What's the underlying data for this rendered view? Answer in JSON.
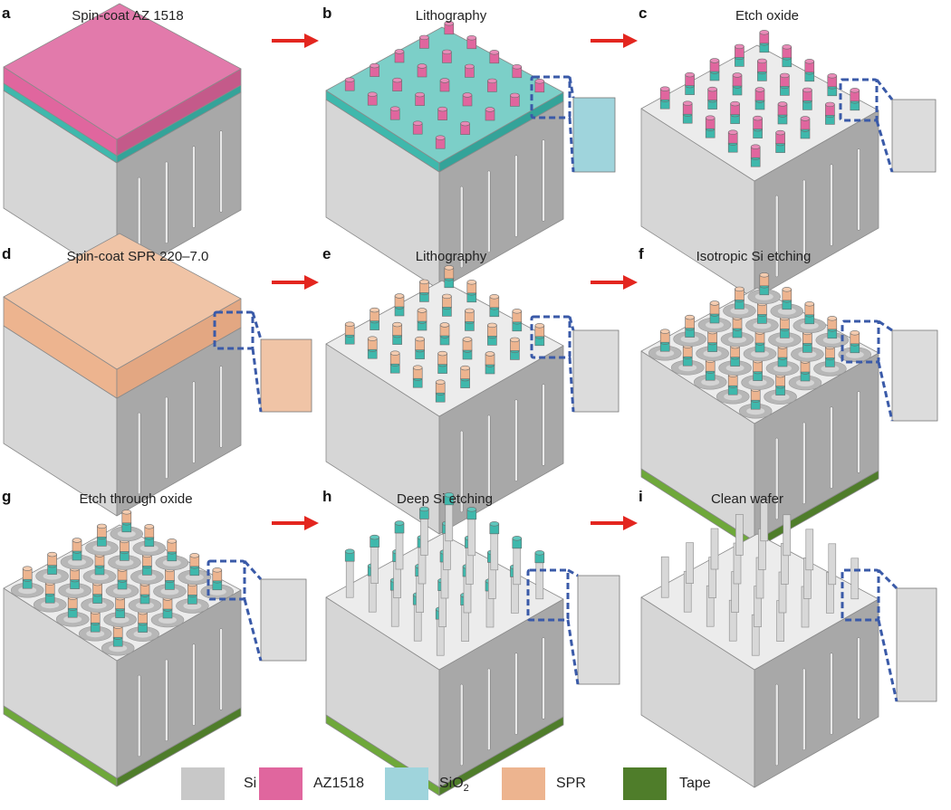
{
  "panels": [
    {
      "label": "a",
      "title": "Spin-coat AZ 1518"
    },
    {
      "label": "b",
      "title": "Lithography"
    },
    {
      "label": "c",
      "title": "Etch oxide"
    },
    {
      "label": "d",
      "title": "Spin-coat SPR 220–7.0"
    },
    {
      "label": "e",
      "title": "Lithography"
    },
    {
      "label": "f",
      "title": "Isotropic Si etching"
    },
    {
      "label": "g",
      "title": "Etch through oxide"
    },
    {
      "label": "h",
      "title": "Deep Si etching"
    },
    {
      "label": "i",
      "title": "Clean wafer"
    }
  ],
  "legend": [
    {
      "label": "Si",
      "color": "#c8c8c8"
    },
    {
      "label": "AZ1518",
      "color": "#e0669e"
    },
    {
      "label": "SiO2",
      "sub": "2",
      "base": "SiO",
      "color": "#9fd4dc"
    },
    {
      "label": "SPR",
      "color": "#edb48f"
    },
    {
      "label": "Tape",
      "color": "#4f7d2a"
    }
  ],
  "colors": {
    "si_top": "#ececec",
    "si_left": "#d6d6d6",
    "si_front": "#a8a8a8",
    "az": "#e0669e",
    "oxide": "#3fb8ac",
    "spr": "#edb48f",
    "tape": "#6ea83a",
    "arrow": "#e3261f",
    "zoom": "#3a5aa8"
  }
}
